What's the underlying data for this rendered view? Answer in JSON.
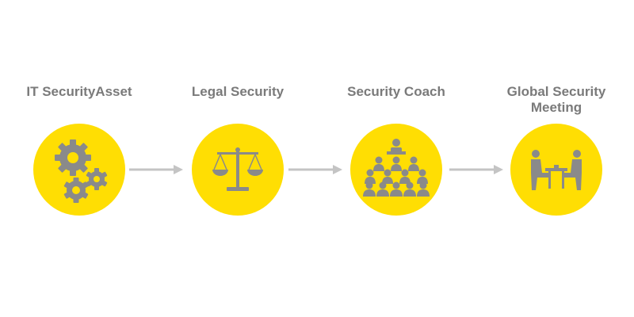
{
  "diagram": {
    "steps": [
      {
        "title": "IT SecurityAsset",
        "icon": "gears-icon"
      },
      {
        "title": "Legal Security",
        "icon": "scales-icon"
      },
      {
        "title": "Security Coach",
        "icon": "audience-presenter-icon"
      },
      {
        "title": "Global Security\nMeeting",
        "icon": "meeting-icon"
      }
    ],
    "colors": {
      "circle_fill": "#ffde03",
      "icon_gray": "#8a8a8a",
      "text_gray": "#7a7a7a",
      "arrow_gray": "#c4c4c4"
    }
  }
}
